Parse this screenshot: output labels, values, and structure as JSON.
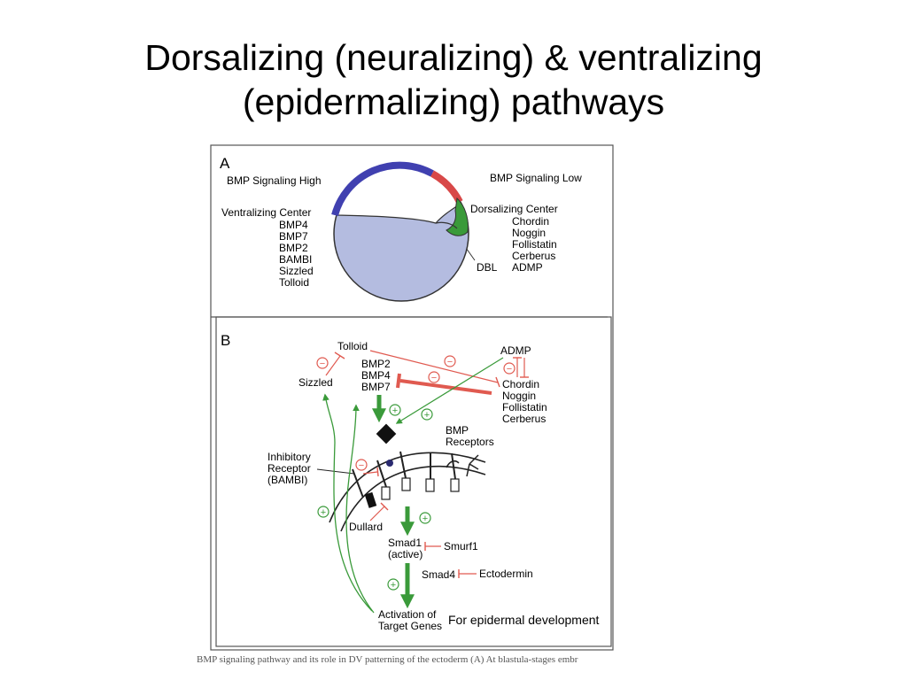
{
  "slide": {
    "title_line1": "Dorsalizing (neuralizing) & ventralizing",
    "title_line2": "(epidermalizing) pathways",
    "note": "For epidermal development",
    "caption": "BMP signaling pathway and its role in DV patterning of the ectoderm (A) At blastula-stages embr"
  },
  "panel_a": {
    "letter": "A",
    "bmp_high": "BMP Signaling High",
    "bmp_low": "BMP Signaling Low",
    "ventral_title": "Ventralizing Center",
    "ventral_items": [
      "BMP4",
      "BMP7",
      "BMP2",
      "BAMBI",
      "Sizzled",
      "Tolloid"
    ],
    "dorsal_title": "Dorsalizing Center",
    "dorsal_items": [
      "Chordin",
      "Noggin",
      "Follistatin",
      "Cerberus",
      "ADMP"
    ],
    "dbl": "DBL",
    "colors": {
      "ventral_arc": "#4040b0",
      "dorsal_arc": "#d84848",
      "organizer": "#3a9a3a",
      "yolk": "#b4bce0"
    }
  },
  "panel_b": {
    "letter": "B",
    "tolloid": "Tolloid",
    "admp": "ADMP",
    "sizzled": "Sizzled",
    "bmps": [
      "BMP2",
      "BMP4",
      "BMP7"
    ],
    "antagonists": [
      "Chordin",
      "Noggin",
      "Follistatin",
      "Cerberus"
    ],
    "receptors": [
      "BMP",
      "Receptors"
    ],
    "inhibitory": [
      "Inhibitory",
      "Receptor",
      "(BAMBI)"
    ],
    "dullard": "Dullard",
    "smad1": [
      "Smad1",
      "(active)"
    ],
    "smurf1": "Smurf1",
    "smad4": "Smad4",
    "ectodermin": "Ectodermin",
    "activation": [
      "Activation of",
      "Target Genes"
    ],
    "minus": "−",
    "plus": "+",
    "colors": {
      "inhibit": "#e05a50",
      "activate": "#3a9a3a"
    }
  }
}
